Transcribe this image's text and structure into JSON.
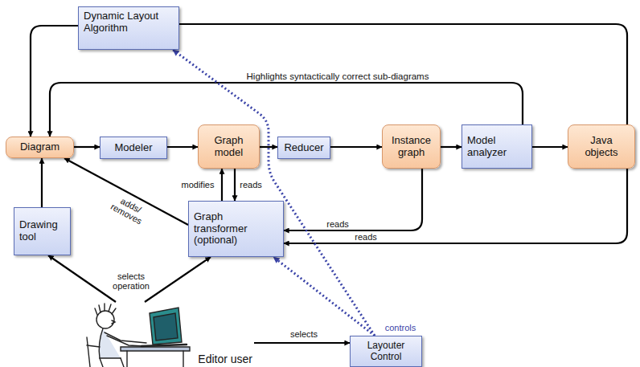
{
  "diagram": {
    "nodes": [
      {
        "text": [
          "Dynamic Layout Algorithm"
        ]
      },
      {
        "text": [
          "Diagram"
        ]
      },
      {
        "text": [
          "Modeler"
        ]
      },
      {
        "text": [
          "Graph model"
        ]
      },
      {
        "text": [
          "Reducer"
        ]
      },
      {
        "text": [
          "Instance graph"
        ]
      },
      {
        "text": [
          "Model analyzer"
        ]
      },
      {
        "text": [
          "Java objects"
        ]
      },
      {
        "text": [
          "Drawing tool"
        ]
      },
      {
        "text": [
          "Graph transformer (optional)"
        ]
      },
      {
        "text": [
          "Editor user"
        ]
      },
      {
        "text": [
          "Layouter Control"
        ]
      }
    ],
    "edges": [
      {
        "from": 0,
        "to": 1,
        "arrow": "to"
      },
      {
        "from": 7,
        "to": 0,
        "arrow": "none"
      },
      {
        "from": 6,
        "to": 1,
        "label": "Highlights syntactically correct sub-diagrams",
        "arrow": "to"
      },
      {
        "from": 1,
        "to": 2,
        "arrow": "to"
      },
      {
        "from": 2,
        "to": 3,
        "arrow": "to"
      },
      {
        "from": 3,
        "to": 4,
        "arrow": "to"
      },
      {
        "from": 4,
        "to": 5,
        "arrow": "to"
      },
      {
        "from": 5,
        "to": 6,
        "arrow": "to"
      },
      {
        "from": 6,
        "to": 7,
        "arrow": "to"
      },
      {
        "from": 9,
        "to": 3,
        "label": "modifies",
        "arrow": "to"
      },
      {
        "from": 3,
        "to": 9,
        "label": "reads",
        "arrow": "to"
      },
      {
        "from": 9,
        "to": 1,
        "label": "adds/ removes",
        "arrow": "to"
      },
      {
        "from": 5,
        "to": 9,
        "label": "reads",
        "arrow": "to"
      },
      {
        "from": 7,
        "to": 9,
        "label": "reads",
        "arrow": "to"
      },
      {
        "from": 8,
        "to": 1,
        "arrow": "to"
      },
      {
        "from": 11,
        "to": 0,
        "arrow": "to"
      },
      {
        "from": 11,
        "to": 9,
        "arrow": "to"
      },
      {
        "from": 10,
        "to": 8,
        "arrow": "to"
      },
      {
        "from": 10,
        "to": 9,
        "arrow": "to"
      },
      {
        "from": 10,
        "to": 11,
        "label": "selects",
        "arrow": "to"
      }
    ],
    "labels": [
      "selects operation",
      "controls"
    ]
  }
}
